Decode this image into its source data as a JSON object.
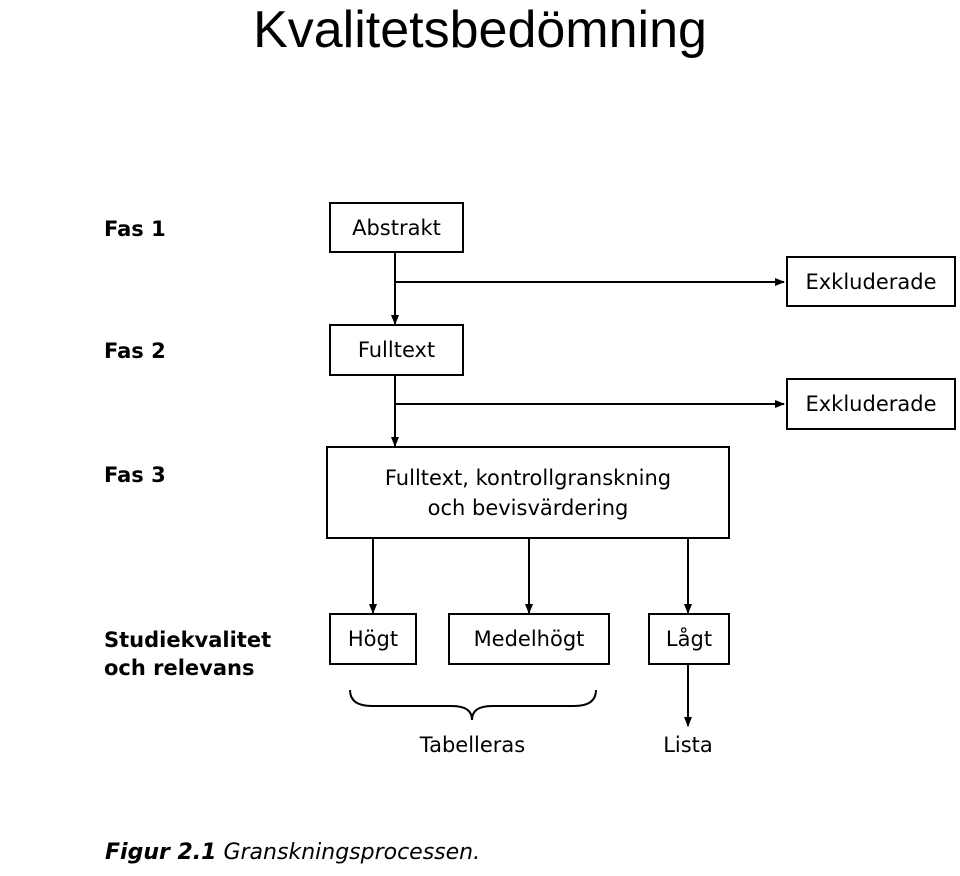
{
  "page": {
    "title": "Kvalitetsbedömning"
  },
  "phases": {
    "fas1": "Fas 1",
    "fas2": "Fas 2",
    "fas3": "Fas 3",
    "quality_line1": "Studiekvalitet",
    "quality_line2": "och relevans"
  },
  "boxes": {
    "abstrakt": "Abstrakt",
    "fulltext": "Fulltext",
    "fulltext_review_line1": "Fulltext, kontrollgranskning",
    "fulltext_review_line2": "och bevisvärdering",
    "exkluderade_1": "Exkluderade",
    "exkluderade_2": "Exkluderade",
    "hogt": "Högt",
    "medelhogt": "Medelhögt",
    "lagt": "Lågt"
  },
  "outcomes": {
    "tabelleras": "Tabelleras",
    "lista": "Lista"
  },
  "caption": {
    "label": "Figur 2.1",
    "text": "Granskningsprocessen."
  }
}
